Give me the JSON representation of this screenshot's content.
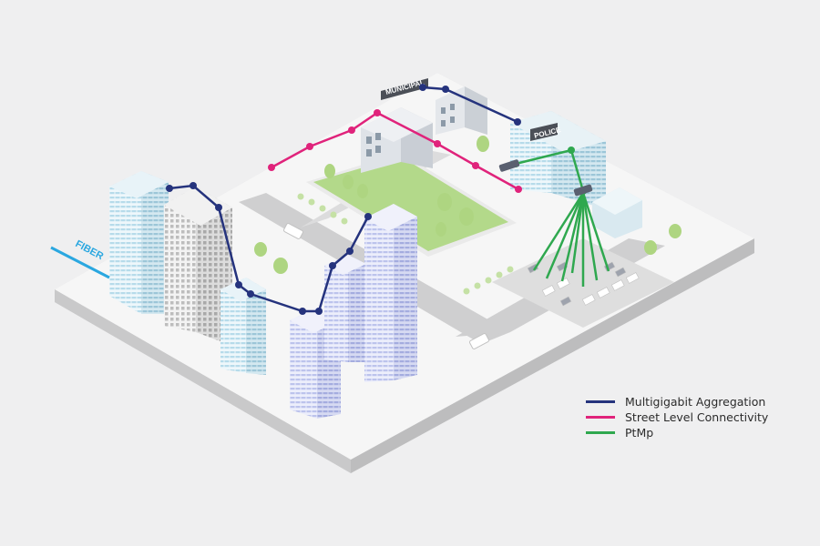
{
  "labels": {
    "municipal": "MUNICIPAL",
    "police": "POLICE",
    "fiber": "FIBER"
  },
  "legend": [
    {
      "label": "Multigigabit Aggregation",
      "color": "#25337d"
    },
    {
      "label": "Street Level Connectivity",
      "color": "#e0237b"
    },
    {
      "label": "PtMp",
      "color": "#2fa84f"
    }
  ],
  "colors": {
    "aggregation": "#25337d",
    "street": "#e0237b",
    "ptmp": "#2fa84f",
    "fiber": "#2aa7e0",
    "park": "#b3d98a",
    "tree": "#aed581"
  }
}
